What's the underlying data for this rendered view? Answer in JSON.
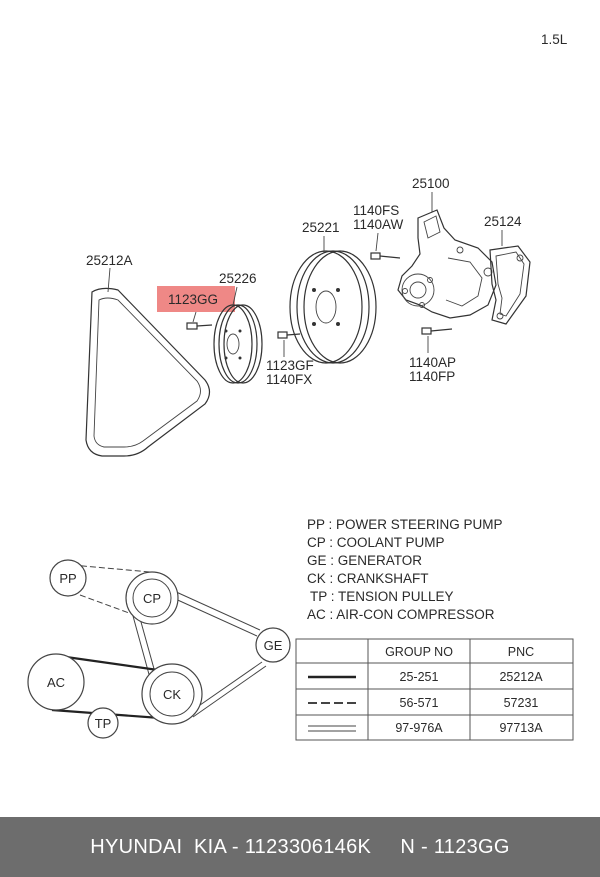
{
  "engine_label": "1.5L",
  "parts": {
    "belt": "25212A",
    "pulley_small": "25226",
    "highlighted_bolt": "1123GG",
    "pulley_large": "25221",
    "bolt_pair_mid": [
      "1123GF",
      "1140FX"
    ],
    "bolt_pair_top": [
      "1140FS",
      "1140AW"
    ],
    "pump": "25100",
    "gasket": "25124",
    "bolt_pair_bottom": [
      "1140AP",
      "1140FP"
    ]
  },
  "highlight_color": "#e53935",
  "legend": [
    {
      "code": "PP",
      "text": "PP : POWER STEERING PUMP"
    },
    {
      "code": "CP",
      "text": "CP : COOLANT PUMP"
    },
    {
      "code": "GE",
      "text": "GE : GENERATOR"
    },
    {
      "code": "CK",
      "text": "CK : CRANKSHAFT"
    },
    {
      "code": "TP",
      "text": "TP : TENSION PULLEY"
    },
    {
      "code": "AC",
      "text": "AC : AIR-CON COMPRESSOR"
    }
  ],
  "layout_nodes": {
    "pp": "PP",
    "cp": "CP",
    "ge": "GE",
    "ac": "AC",
    "ck": "CK",
    "tp": "TP"
  },
  "table": {
    "headers": [
      "GROUP NO",
      "PNC"
    ],
    "rows": [
      {
        "line_style": "solid",
        "group": "25-251",
        "pnc": "25212A"
      },
      {
        "line_style": "dashed",
        "group": "56-571",
        "pnc": "57231"
      },
      {
        "line_style": "double",
        "group": "97-976A",
        "pnc": "97713A"
      }
    ]
  },
  "footer": "HYUNDAI  KIA - 1123306146K     N - 1123GG"
}
